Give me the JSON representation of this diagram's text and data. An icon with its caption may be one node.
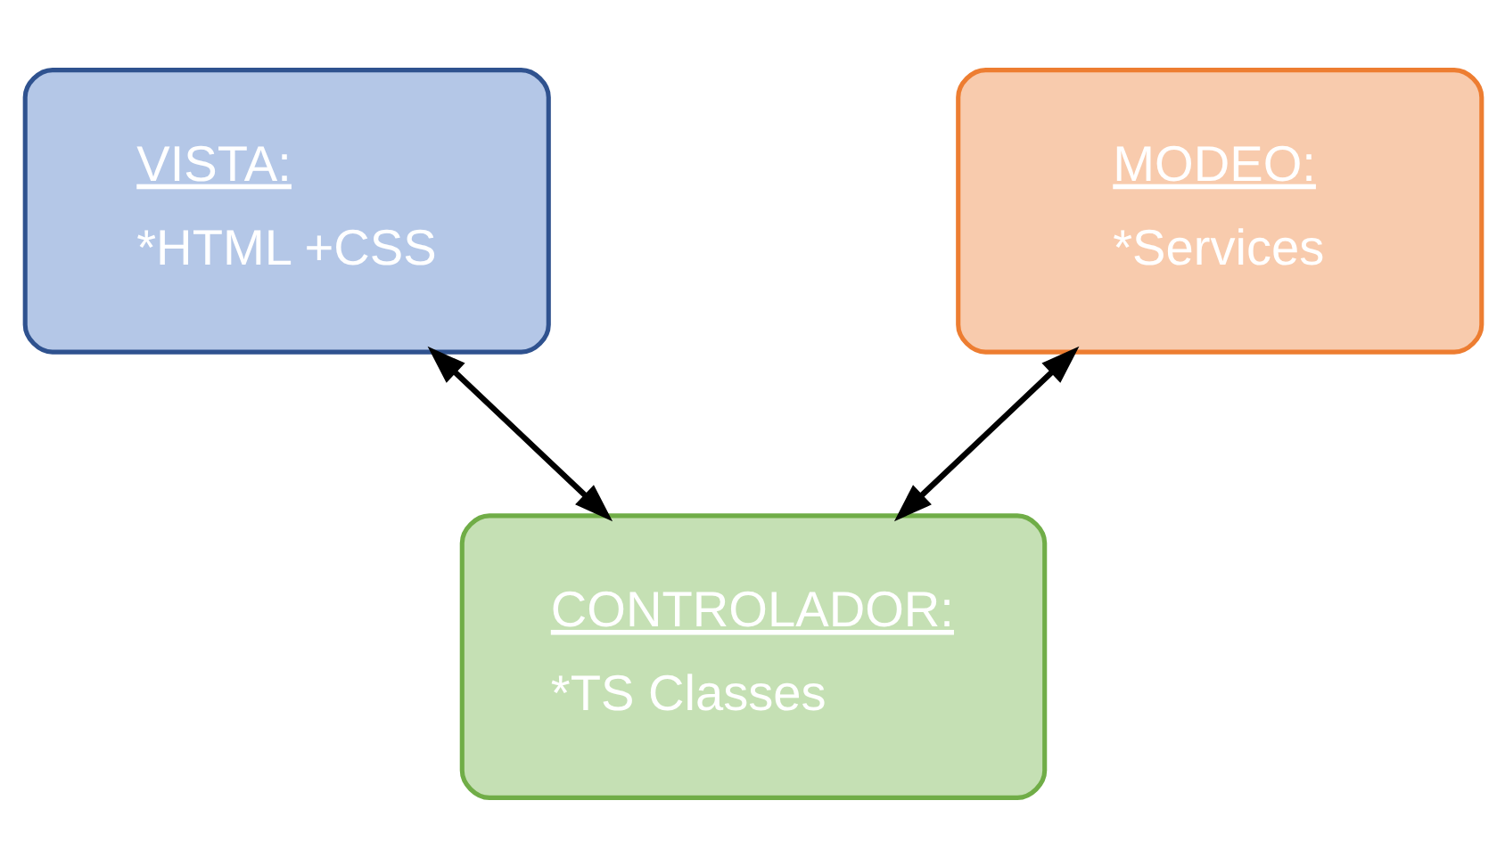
{
  "diagram": {
    "nodes": [
      {
        "text": [
          "VISTA:",
          "*HTML +CSS"
        ]
      },
      {
        "text": [
          "MODEO:",
          "*Services"
        ]
      },
      {
        "text": [
          "CONTROLADOR:",
          "*TS Classes"
        ]
      }
    ],
    "edges": [
      {
        "from": 0,
        "to": 2,
        "arrow": "both"
      },
      {
        "from": 1,
        "to": 2,
        "arrow": "both"
      }
    ]
  }
}
